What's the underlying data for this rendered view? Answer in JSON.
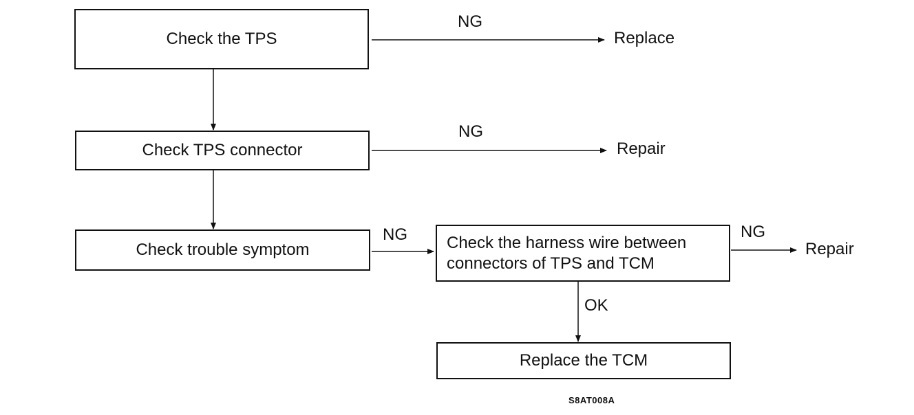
{
  "nodes": {
    "check_tps": "Check the TPS",
    "check_connector": "Check TPS connector",
    "check_symptom": "Check trouble symptom",
    "check_harness_line1": "Check the harness wire between",
    "check_harness_line2": "connectors of TPS and TCM",
    "replace_tcm": "Replace the TCM"
  },
  "edge_labels": {
    "ng_1": "NG",
    "ng_2": "NG",
    "ng_3": "NG",
    "ng_4": "NG",
    "ok": "OK"
  },
  "outcomes": {
    "replace": "Replace",
    "repair_1": "Repair",
    "repair_2": "Repair"
  },
  "figure_code": "S8AT008A",
  "colors": {
    "line": "#111111",
    "background": "#ffffff"
  }
}
